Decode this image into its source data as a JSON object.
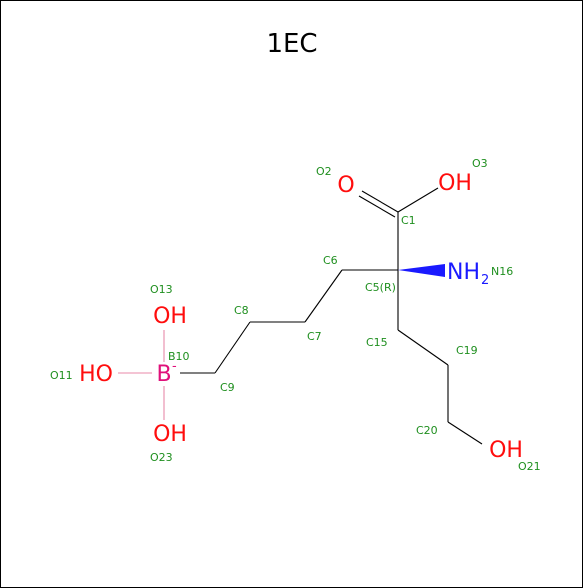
{
  "title": "1EC",
  "atoms": {
    "o_double": "O",
    "oh_top": "OH",
    "nh": "NH",
    "nh_sub": "2",
    "boron": "B",
    "boron_charge": "-",
    "oh_b_top": "OH",
    "oh_b_left": "HO",
    "oh_b_bottom": "OH",
    "oh_tail": "OH"
  },
  "labels": {
    "O2": "O2",
    "O3": "O3",
    "C1": "C1",
    "C5": "C5(R)",
    "N16": "N16",
    "C6": "C6",
    "C7": "C7",
    "C8": "C8",
    "C9": "C9",
    "B10": "B10",
    "O11": "O11",
    "O13": "O13",
    "O23": "O23",
    "C15": "C15",
    "C19": "C19",
    "C20": "C20",
    "O21": "O21"
  },
  "colors": {
    "oxygen": "#ff0d0d",
    "nitrogen": "#1a1aff",
    "boron": "#e0107a",
    "atom_label": "#1f8f1f"
  }
}
